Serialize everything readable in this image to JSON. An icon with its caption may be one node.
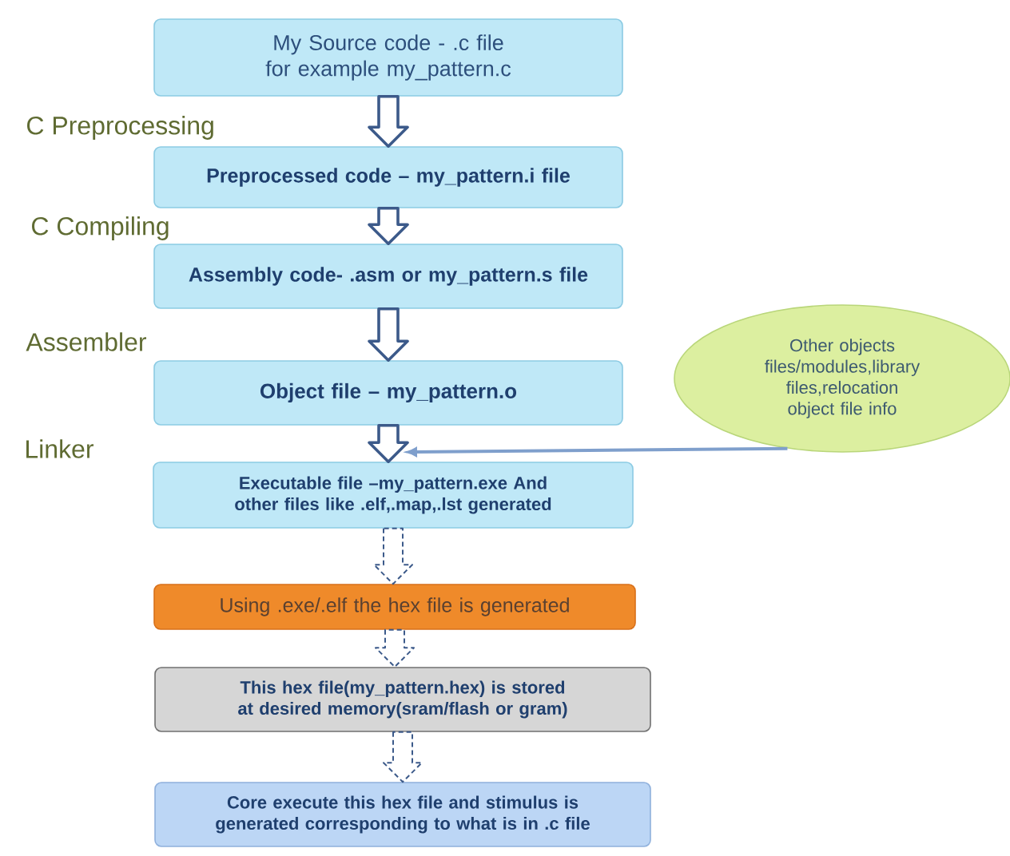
{
  "diagram": {
    "nodes": [
      {
        "text": [
          "My Source code -  .c file for example my_pattern.c"
        ]
      },
      {
        "text": [
          "Preprocessed code – my_pattern.i  file"
        ]
      },
      {
        "text": [
          "Assembly code- .asm or my_pattern.s file"
        ]
      },
      {
        "text": [
          "Object file – my_pattern.o"
        ]
      },
      {
        "text": [
          "Executable file –my_pattern.exe And other files like .elf,.map,.lst generated"
        ]
      },
      {
        "text": [
          "Using .exe/.elf the hex file is generated"
        ]
      },
      {
        "text": [
          "This hex file(my_pattern.hex) is stored at desired memory(sram/flash or gram)"
        ]
      },
      {
        "text": [
          "Core execute this hex file and stimulus is generated corresponding to what is in .c file"
        ]
      },
      {
        "text": [
          "Other objects files/modules,library files,relocation object file info"
        ]
      }
    ],
    "edges": [
      {
        "from": 0,
        "to": 1,
        "arrow": "to"
      },
      {
        "from": 1,
        "to": 2,
        "arrow": "to"
      },
      {
        "from": 2,
        "to": 3,
        "arrow": "to"
      },
      {
        "from": 3,
        "to": 4,
        "arrow": "to"
      },
      {
        "from": 4,
        "to": 5,
        "arrow": "to",
        "style": "dashed"
      },
      {
        "from": 5,
        "to": 6,
        "arrow": "to",
        "style": "dashed"
      },
      {
        "from": 6,
        "to": 7,
        "arrow": "to",
        "style": "dashed"
      },
      {
        "from": 8,
        "to": 4,
        "arrow": "to",
        "color": "#7f9fcc"
      }
    ],
    "labels": [
      "C Preprocessing",
      "C Compiling",
      "Assembler",
      "Linker"
    ]
  }
}
